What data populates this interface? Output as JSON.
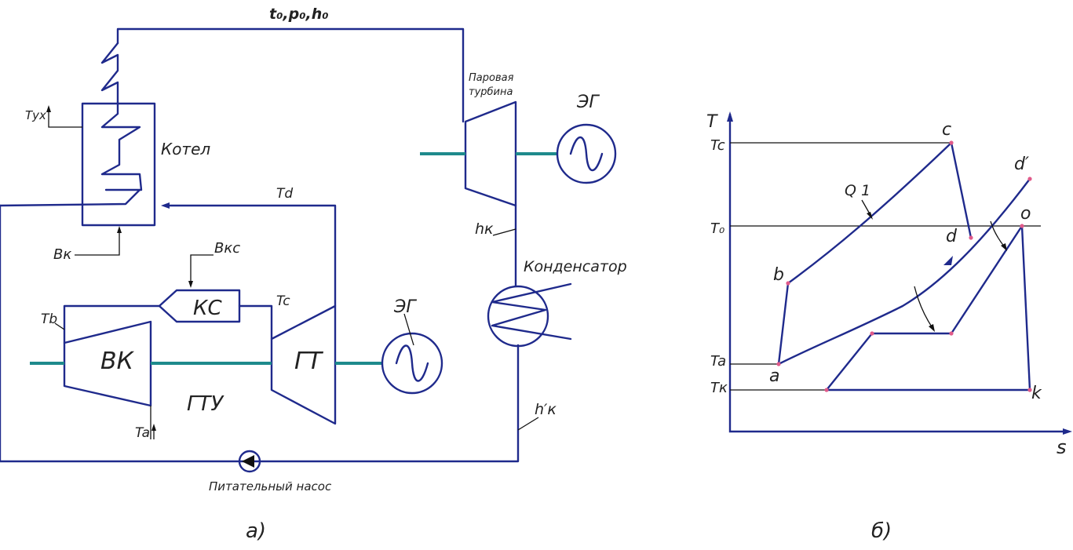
{
  "colors": {
    "line": "#1f2a8c",
    "shaft": "#1e8a8c",
    "point": "#e05a8a",
    "text": "#222222"
  },
  "left": {
    "steam_params": "t₀,p₀,h₀",
    "steam_turbine": [
      "Паровая",
      "турбина"
    ],
    "generator_1": "ЭГ",
    "boiler": "Котел",
    "t_exhaust": "Tух",
    "t_d": "Td",
    "b_k": "Bк",
    "b_ks": "Bкс",
    "combustor": "КС",
    "t_b": "Tb",
    "t_c": "Tc",
    "compressor": "ВК",
    "gas_turbine": "ГТ",
    "generator_2": "ЭГ",
    "gtu": "ГТУ",
    "t_a": "Ta",
    "h_k": "hк",
    "condenser": "Конденсатор",
    "h_k_prime": "h′к",
    "feed_pump": "Питательный насос",
    "caption": "а)"
  },
  "right": {
    "axis_t": "T",
    "axis_s": "s",
    "ticks": {
      "tc": "Tc",
      "t0": "T₀",
      "ta": "Ta",
      "tk": "Tк"
    },
    "points": {
      "c": "c",
      "d_prime": "d′",
      "o": "o",
      "d": "d",
      "b": "b",
      "a": "a",
      "k": "k"
    },
    "q1": "Q 1",
    "caption": "б)"
  }
}
